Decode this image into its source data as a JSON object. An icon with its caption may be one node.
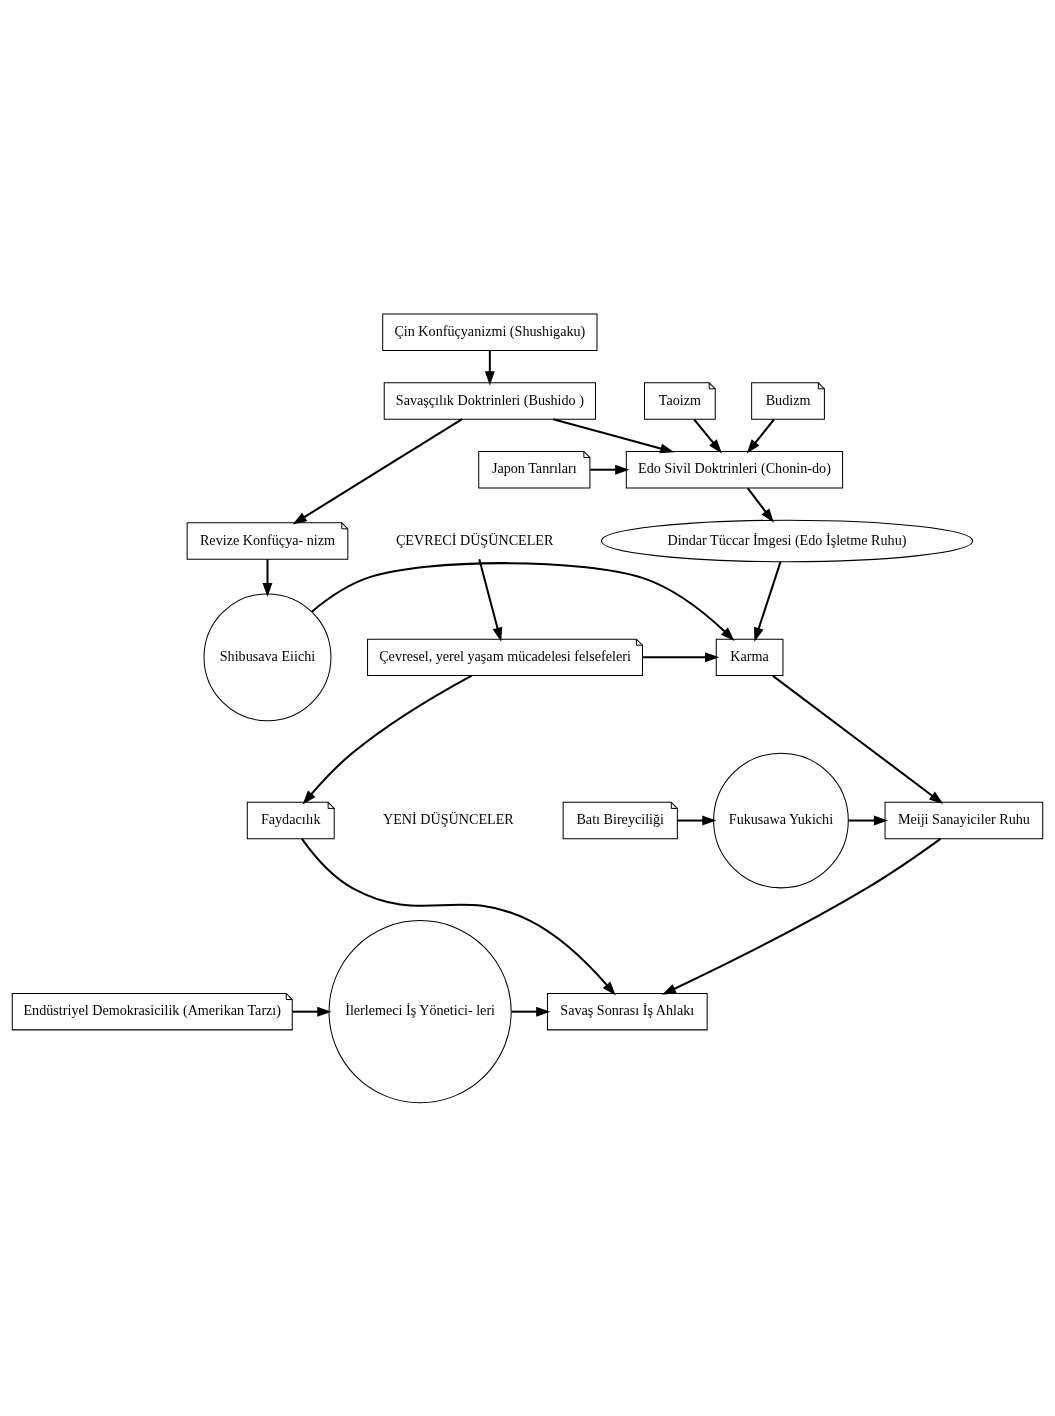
{
  "diagram": {
    "nodes": [
      {
        "text": [
          "Çin Konfüçyanizmi (Shushigaku)"
        ]
      },
      {
        "text": [
          "Savaşçılık Doktrinleri (Bushido )"
        ]
      },
      {
        "text": [
          "Budizm"
        ]
      },
      {
        "text": [
          "Taoizm"
        ]
      },
      {
        "text": [
          "Japon Tanrıları"
        ]
      },
      {
        "text": [
          "Edo Sivil Doktrinleri (Chonin-do)"
        ]
      },
      {
        "text": [
          "Revize Konfüçya- nizm"
        ]
      },
      {
        "text": [
          "Dindar Tüccar İmgesi (Edo İşletme Ruhu)"
        ]
      },
      {
        "text": [
          "ÇEVRECİ DÜŞÜNCELER"
        ]
      },
      {
        "text": [
          "Shibusava Eiichi"
        ]
      },
      {
        "text": [
          "Karma"
        ]
      },
      {
        "text": [
          "Çevresel, yerel yaşam mücadelesi felsefeleri"
        ]
      },
      {
        "text": [
          "Batı Bireyciliği"
        ]
      },
      {
        "text": [
          "Fukusawa Yukichi"
        ]
      },
      {
        "text": [
          "Meiji Sanayiciler Ruhu"
        ]
      },
      {
        "text": [
          "Faydacılık"
        ]
      },
      {
        "text": [
          "Endüstriyel Demokrasicilik (Amerikan Tarzı)"
        ]
      },
      {
        "text": [
          "İlerlemeci İş Yönetici- leri"
        ]
      },
      {
        "text": [
          "Savaş Sonrası İş Ahlakı"
        ]
      }
    ],
    "edges": [
      {
        "from": 0,
        "to": 1,
        "arrow": "to"
      },
      {
        "from": 1,
        "to": 5,
        "arrow": "to"
      },
      {
        "from": 1,
        "to": 6,
        "arrow": "to"
      },
      {
        "from": 2,
        "to": 5,
        "arrow": "to"
      },
      {
        "from": 3,
        "to": 5,
        "arrow": "to"
      },
      {
        "from": 4,
        "to": 5,
        "arrow": "to"
      },
      {
        "from": 5,
        "to": 7,
        "arrow": "to"
      },
      {
        "from": 7,
        "to": 10,
        "arrow": "to"
      },
      {
        "from": 6,
        "to": 9,
        "arrow": "to"
      },
      {
        "from": 9,
        "to": 10,
        "arrow": "to"
      },
      {
        "from": 11,
        "to": 10,
        "arrow": "to"
      },
      {
        "from": 8,
        "to": 11,
        "arrow": "to"
      },
      {
        "from": 11,
        "to": 15,
        "arrow": "to"
      },
      {
        "from": 10,
        "to": 14,
        "arrow": "to"
      },
      {
        "from": 12,
        "to": 13,
        "arrow": "to"
      },
      {
        "from": 13,
        "to": 14,
        "arrow": "to"
      },
      {
        "from": 14,
        "to": 18,
        "arrow": "to"
      },
      {
        "from": 15,
        "to": 18,
        "arrow": "to"
      },
      {
        "from": 16,
        "to": 17,
        "arrow": "to"
      },
      {
        "from": 17,
        "to": 18,
        "arrow": "to"
      }
    ],
    "labels": [
      "YENİ DÜŞÜNCELER"
    ]
  }
}
